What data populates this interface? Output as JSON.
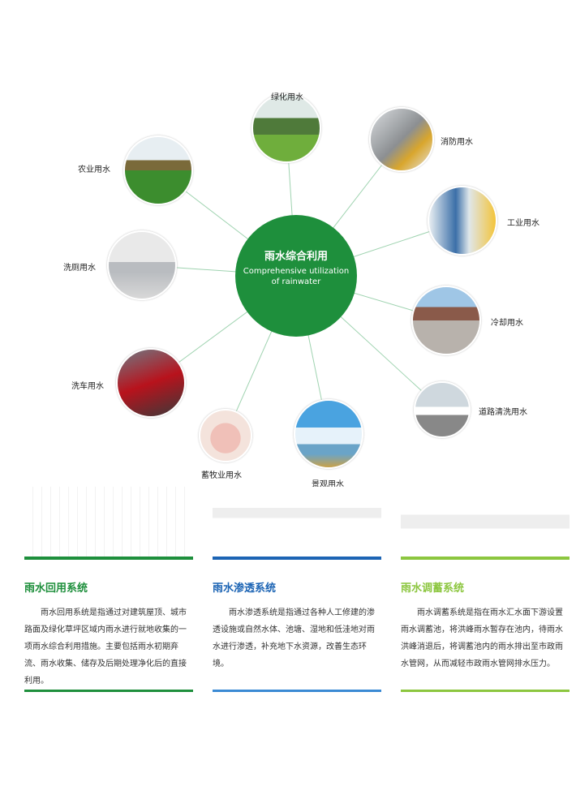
{
  "center": {
    "title_cn": "雨水综合利用",
    "title_en": "Comprehensive utilization of rainwater"
  },
  "uses": [
    {
      "label": "绿化用水"
    },
    {
      "label": "消防用水"
    },
    {
      "label": "工业用水"
    },
    {
      "label": "冷却用水"
    },
    {
      "label": "道路清洗用水"
    },
    {
      "label": "景观用水"
    },
    {
      "label": "蓄牧业用水"
    },
    {
      "label": "洗车用水"
    },
    {
      "label": "洗厕用水"
    },
    {
      "label": "农业用水"
    }
  ],
  "sections": [
    {
      "title": "雨水回用系统",
      "color": "#1e8f3c",
      "text": "雨水回用系统是指通过对建筑屋顶、城市路面及绿化草坪区域内雨水进行就地收集的一项雨水综合利用措施。主要包括雨水初期弃流、雨水收集、储存及后期处理净化后的直接利用。"
    },
    {
      "title": "雨水渗透系统",
      "color": "#1c64b4",
      "text": "雨水渗透系统是指通过各种人工修建的渗透设施或自然水体、池塘、湿地和低洼地对雨水进行渗透，补充地下水资源，改善生态环境。"
    },
    {
      "title": "雨水调蓄系统",
      "color": "#8cc63f",
      "text": "雨水调蓄系统是指在雨水汇水面下游设置雨水调蓄池，将洪峰雨水暂存在池内，待雨水洪峰消退后，将调蓄池内的雨水排出至市政雨水管网，从而减轻市政雨水管网排水压力。"
    }
  ]
}
